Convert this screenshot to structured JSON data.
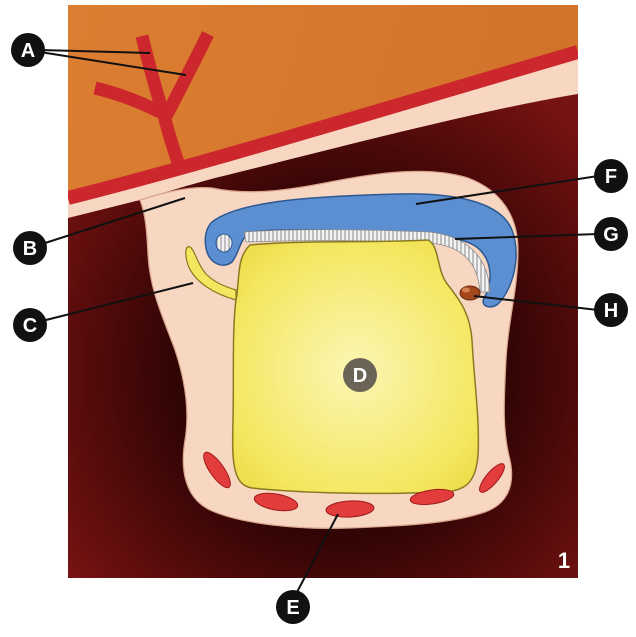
{
  "figure": {
    "panel_number": "1",
    "labels": {
      "a": "A",
      "b": "B",
      "c": "C",
      "d": "D",
      "e": "E",
      "f": "F",
      "g": "G",
      "h": "H"
    },
    "colors": {
      "frame_top": "#d2722a",
      "frame_dark": "#761313",
      "vessel": "#cc272c",
      "membrane": "#f7d6c2",
      "amnion": "#5b8fd1",
      "yolk_sac": "#f4e760",
      "spot": "#a4481c",
      "islands": "#e23c3c",
      "label_fill": "#111111",
      "center_label_fill": "#6a6356"
    }
  }
}
